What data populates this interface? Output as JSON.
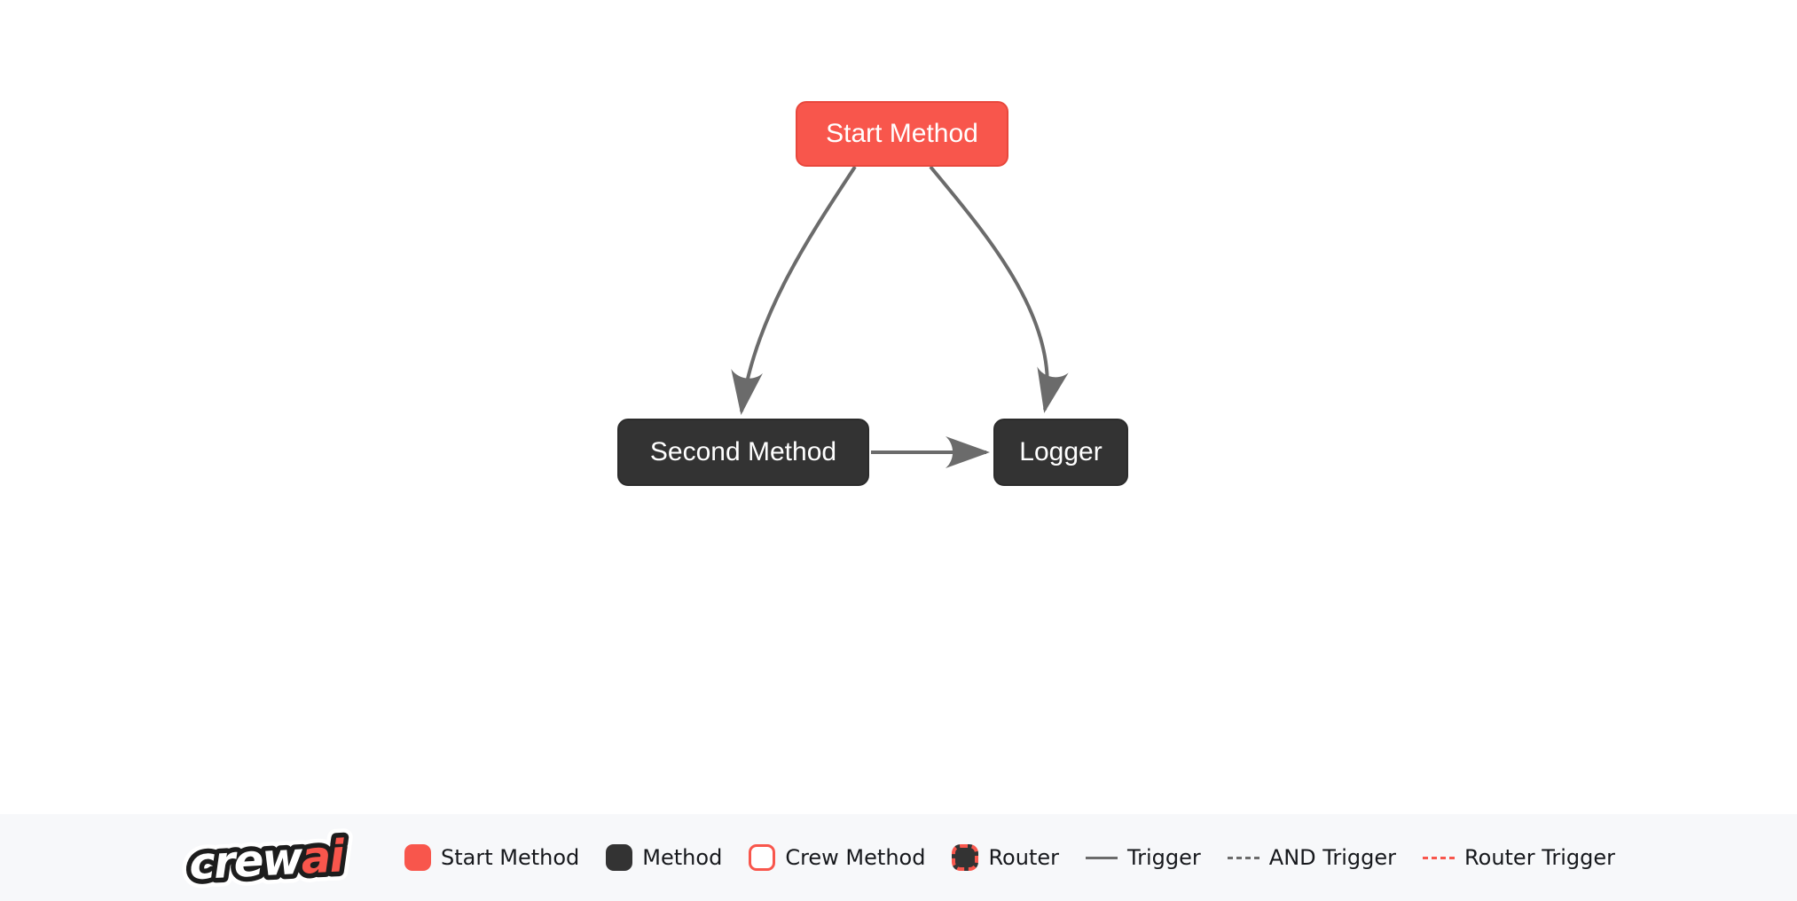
{
  "colors": {
    "accent": "#F8564C",
    "accent_border": "#E8473C",
    "dark": "#333333",
    "dark_border": "#2C2C2C",
    "edge": "#6B6B6B",
    "legend_bg": "#F7F8FA",
    "legend_text": "#16181C",
    "page_bg": "#FFFFFF"
  },
  "graph": {
    "nodes": [
      {
        "label": "Start Method",
        "type": "start-method"
      },
      {
        "label": "Second Method",
        "type": "method"
      },
      {
        "label": "Logger",
        "type": "method"
      }
    ],
    "edges": [
      {
        "from": "Start Method",
        "to": "Second Method",
        "type": "trigger"
      },
      {
        "from": "Start Method",
        "to": "Logger",
        "type": "trigger"
      },
      {
        "from": "Second Method",
        "to": "Logger",
        "type": "trigger"
      }
    ]
  },
  "legend": {
    "logo": {
      "part1": "crew",
      "part2": "ai",
      "full": "crewai"
    },
    "items": [
      {
        "label": "Start Method",
        "swatch": "start-method"
      },
      {
        "label": "Method",
        "swatch": "method"
      },
      {
        "label": "Crew Method",
        "swatch": "crew-method"
      },
      {
        "label": "Router",
        "swatch": "router"
      },
      {
        "label": "Trigger",
        "swatch": "trigger-line"
      },
      {
        "label": "AND Trigger",
        "swatch": "and-trigger-line"
      },
      {
        "label": "Router Trigger",
        "swatch": "router-trigger-line"
      }
    ]
  }
}
